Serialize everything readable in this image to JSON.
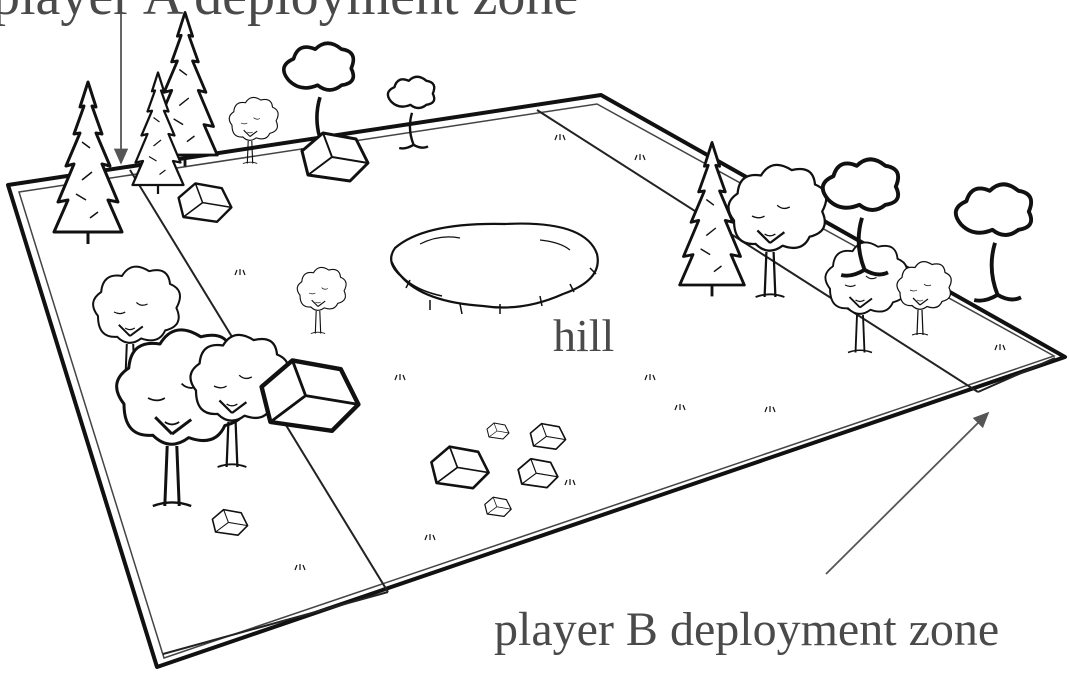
{
  "labels": {
    "player_a_zone_partial": "player A deployment zone",
    "hill": "hill",
    "player_b_zone": "player B deployment zone"
  },
  "colors": {
    "ink": "#111111",
    "label": "#4a4a4a",
    "arrow": "#555555",
    "paper": "#ffffff"
  },
  "icons": [
    "pine-tree-icon",
    "deciduous-tree-icon",
    "rock-icon",
    "hill-icon",
    "grass-tuft-icon"
  ]
}
